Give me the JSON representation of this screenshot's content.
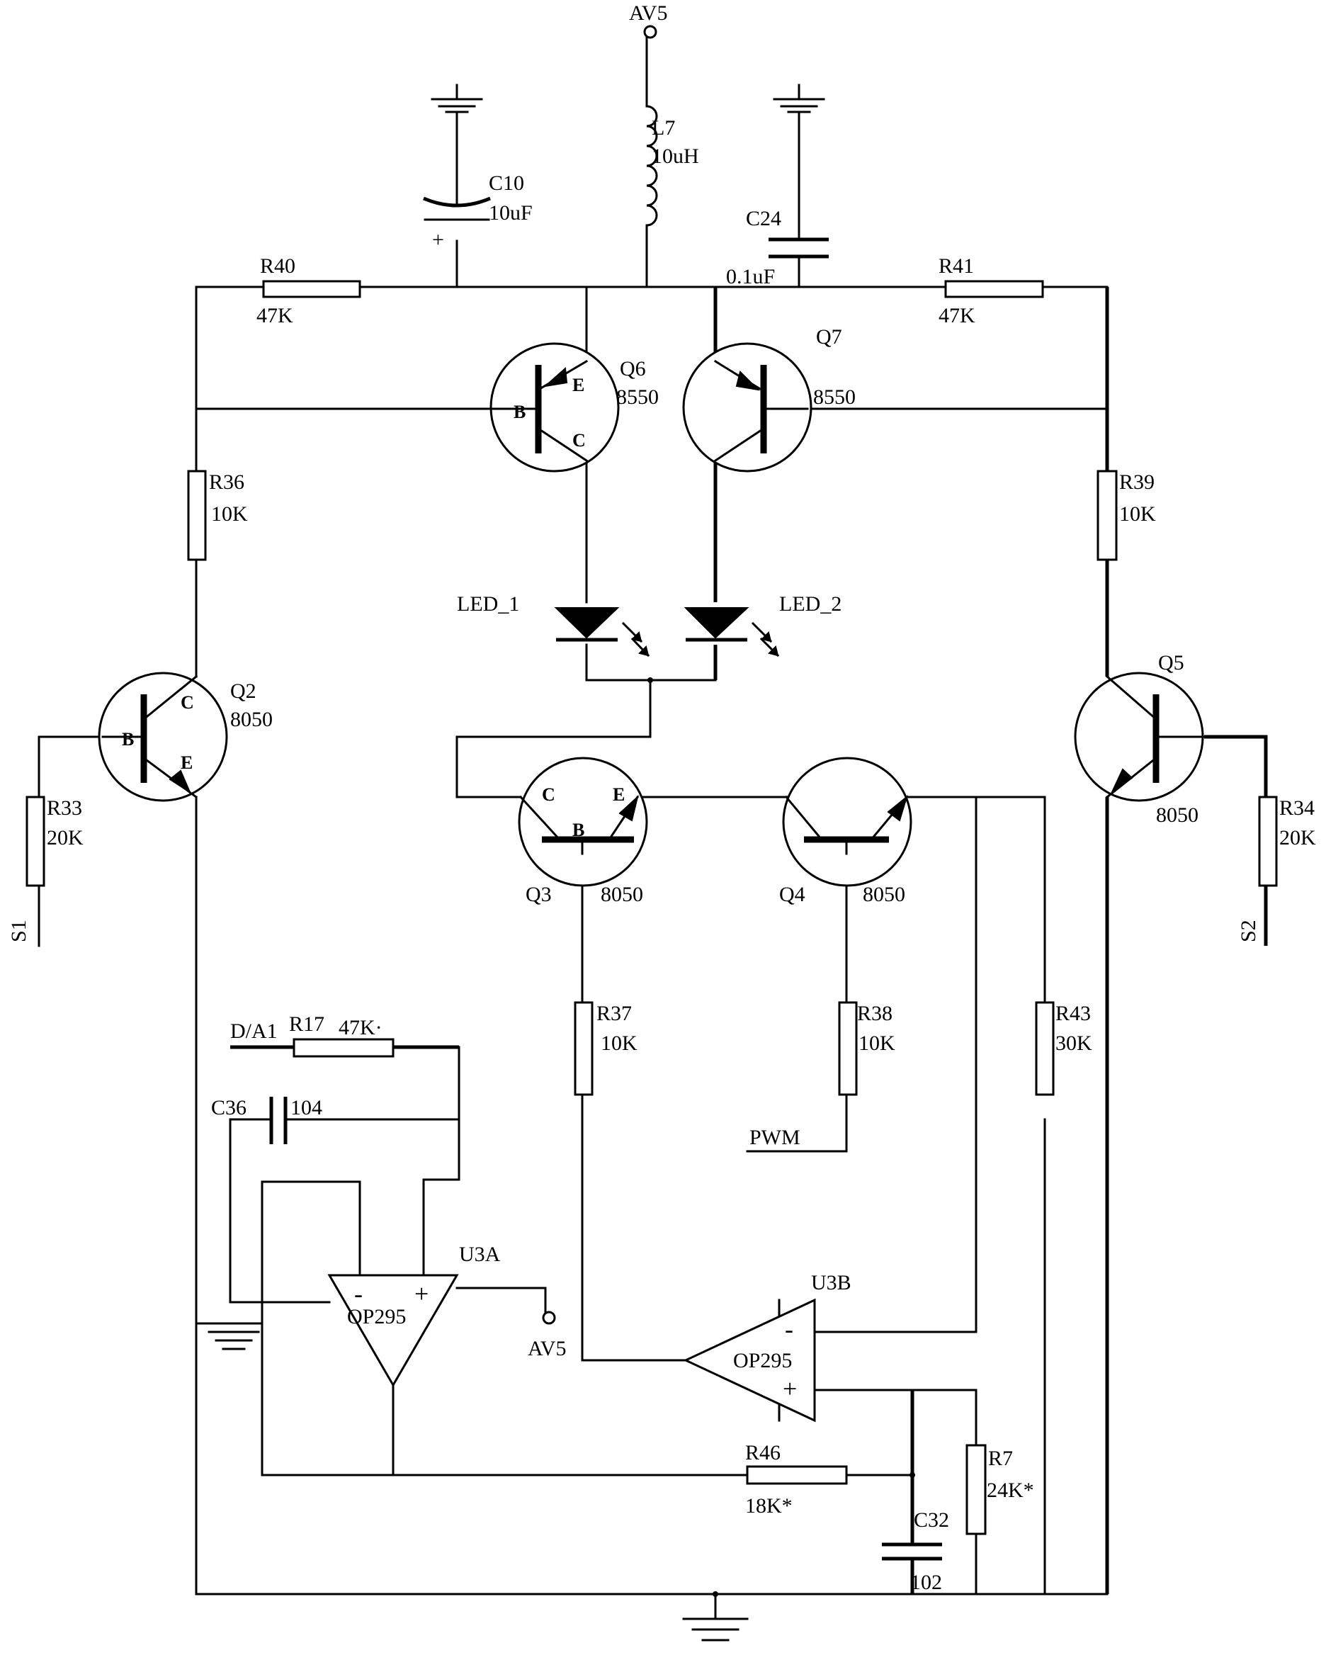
{
  "power": {
    "supply_label": "AV5",
    "supply_label_opamp": "AV5"
  },
  "inductor": {
    "ref": "L7",
    "value": "10uH"
  },
  "capacitors": {
    "C10": {
      "ref": "C10",
      "value": "10uF",
      "polarity": "+"
    },
    "C24": {
      "ref": "C24",
      "value": "0.1uF"
    },
    "C36": {
      "ref": "C36",
      "value": "104"
    },
    "C32": {
      "ref": "C32",
      "value": "102"
    }
  },
  "resistors": {
    "R40": {
      "ref": "R40",
      "value": "47K"
    },
    "R41": {
      "ref": "R41",
      "value": "47K"
    },
    "R36": {
      "ref": "R36",
      "value": "10K"
    },
    "R39": {
      "ref": "R39",
      "value": "10K"
    },
    "R33": {
      "ref": "R33",
      "value": "20K"
    },
    "R34": {
      "ref": "R34",
      "value": "20K"
    },
    "R17": {
      "ref": "R17",
      "value": "47K·"
    },
    "R37": {
      "ref": "R37",
      "value": "10K"
    },
    "R38": {
      "ref": "R38",
      "value": "10K"
    },
    "R43": {
      "ref": "R43",
      "value": "30K"
    },
    "R46": {
      "ref": "R46",
      "value": "18K*"
    },
    "R7": {
      "ref": "R7",
      "value": "24K*"
    }
  },
  "transistors": {
    "Q6": {
      "ref": "Q6",
      "type": "8550",
      "pin_b": "B",
      "pin_e": "E",
      "pin_c": "C"
    },
    "Q7": {
      "ref": "Q7",
      "type": "8550"
    },
    "Q2": {
      "ref": "Q2",
      "type": "8050",
      "pin_b": "B",
      "pin_c": "C",
      "pin_e": "E"
    },
    "Q5": {
      "ref": "Q5",
      "type": "8050"
    },
    "Q3": {
      "ref": "Q3",
      "type": "8050",
      "pin_c": "C",
      "pin_e": "E",
      "pin_b": "B"
    },
    "Q4": {
      "ref": "Q4",
      "type": "8050"
    }
  },
  "leds": {
    "LED1": {
      "ref": "LED_1"
    },
    "LED2": {
      "ref": "LED_2"
    }
  },
  "opamps": {
    "U3A": {
      "ref": "U3A",
      "part": "OP295",
      "minus": "-",
      "plus": "+"
    },
    "U3B": {
      "ref": "U3B",
      "part": "OP295",
      "minus": "-",
      "plus": "+"
    }
  },
  "signals": {
    "s1": "S1",
    "s2": "S2",
    "dac": "D/A1",
    "pwm": "PWM"
  }
}
